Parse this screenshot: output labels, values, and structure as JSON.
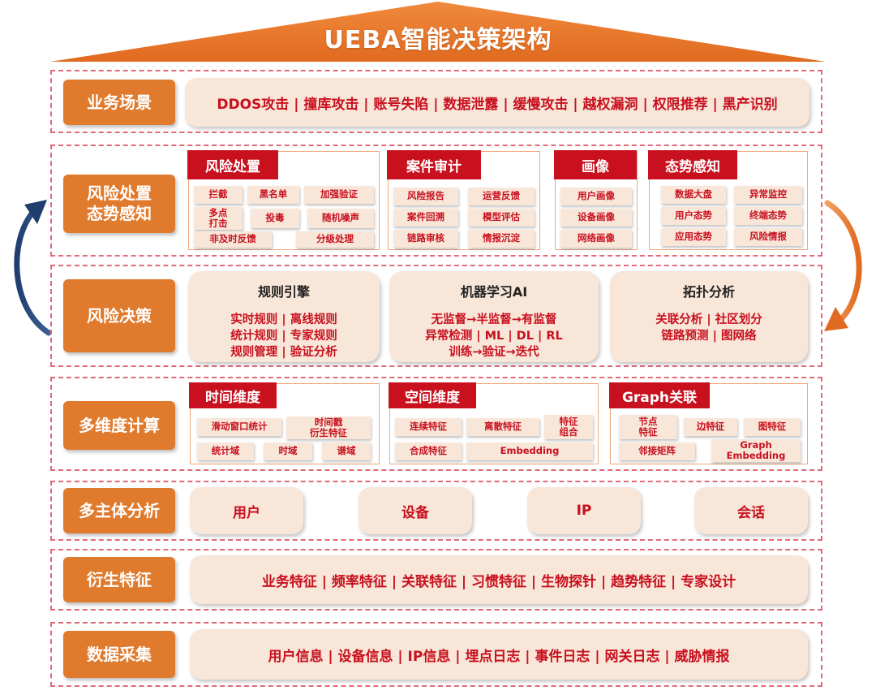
{
  "title": "UEBA智能决策架构",
  "colors": {
    "roof": "#e8792f",
    "label_bg": "#e07a2d",
    "accent_red": "#c8101e",
    "pill_bg": "#f8e6d9",
    "frame_dash": "#e06a78",
    "arrow_blue": "#1f3e6e",
    "arrow_orange": "#e8792f"
  },
  "rows": {
    "business": {
      "label": "业务场景",
      "text": "DDOS攻击 | 撞库攻击 | 账号失陷 | 数据泄露 | 缓慢攻击 | 越权漏洞 | 权限推荐 | 黑产识别"
    },
    "risk": {
      "label_l1": "风险处置",
      "label_l2": "态势感知"
    },
    "decision": {
      "label": "风险决策"
    },
    "compute": {
      "label": "多维度计算"
    },
    "entity": {
      "label": "多主体分析",
      "items": [
        "用户",
        "设备",
        "IP",
        "会话"
      ]
    },
    "derived": {
      "label": "衍生特征",
      "text": "业务特征 | 频率特征 | 关联特征 | 习惯特征 | 生物探针 | 趋势特征 | 专家设计"
    },
    "collect": {
      "label": "数据采集",
      "text": "用户信息 | 设备信息 | IP信息 | 埋点日志 | 事件日志 | 网关日志 | 威胁情报"
    }
  },
  "risk_panels": {
    "handling": {
      "title": "风险处置",
      "chips": [
        "拦截",
        "黑名单",
        "加强验证",
        "多点\n打击",
        "投毒",
        "随机噪声",
        "非及时反馈",
        "分级处理"
      ]
    },
    "audit": {
      "title": "案件审计",
      "chips": [
        "风险报告",
        "运营反馈",
        "案件回溯",
        "模型评估",
        "链路审核",
        "情报沉淀"
      ]
    },
    "profile": {
      "title": "画像",
      "chips": [
        "用户画像",
        "设备画像",
        "网络画像"
      ]
    },
    "situation": {
      "title": "态势感知",
      "chips": [
        "数据大盘",
        "异常监控",
        "用户态势",
        "终端态势",
        "应用态势",
        "风险情报"
      ]
    }
  },
  "decision_cards": {
    "rules": {
      "title": "规则引擎",
      "lines": [
        "实时规则 | 离线规则",
        "统计规则 | 专家规则",
        "规则管理 | 验证分析"
      ]
    },
    "ml": {
      "title": "机器学习AI",
      "lines": [
        "无监督→半监督→有监督",
        "异常检测 | ML | DL | RL",
        "训练→验证→迭代"
      ]
    },
    "topo": {
      "title": "拓扑分析",
      "lines": [
        "关联分析 | 社区划分",
        "链路预测 | 图网络"
      ]
    }
  },
  "compute_panels": {
    "time": {
      "title": "时间维度",
      "chips": [
        "滑动窗口统计",
        "时间戳\n衍生特征",
        "统计域",
        "时域",
        "谱域"
      ]
    },
    "space": {
      "title": "空间维度",
      "chips": [
        "连续特征",
        "离散特征",
        "特征\n组合",
        "合成特征",
        "Embedding"
      ]
    },
    "graph": {
      "title": "Graph关联",
      "chips": [
        "节点\n特征",
        "边特征",
        "图特征",
        "邻接矩阵",
        "Graph\nEmbedding"
      ]
    }
  }
}
